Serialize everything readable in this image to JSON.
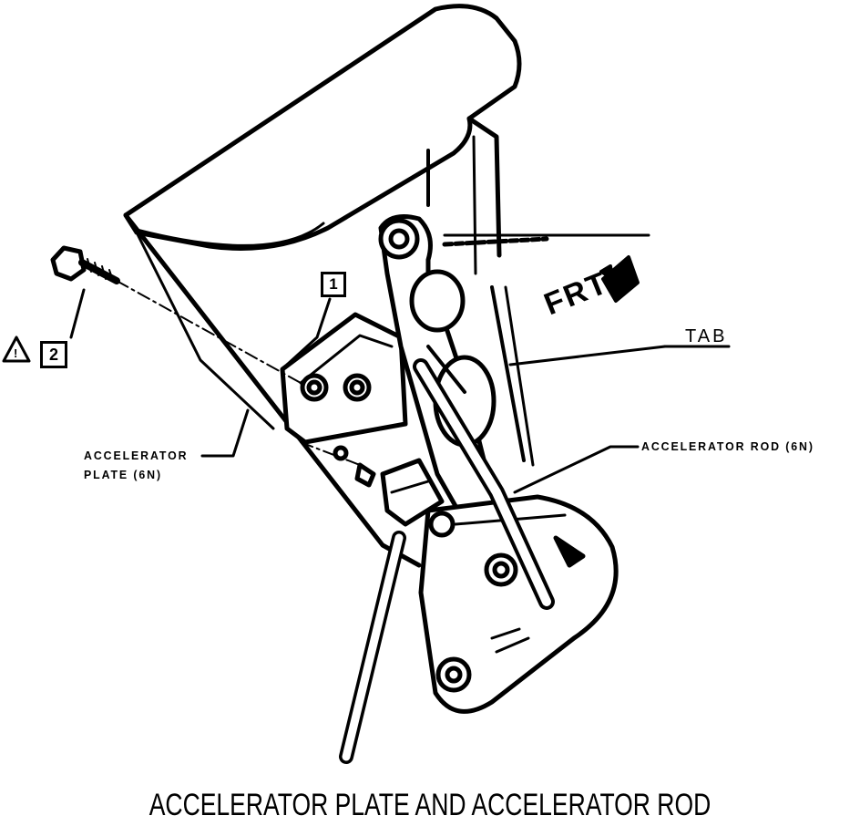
{
  "callouts": {
    "ref_1": "1",
    "ref_2": "2",
    "caution_symbol": "!"
  },
  "labels": {
    "frt": "FRT",
    "tab": "TAB",
    "accel_rod": "ACCELERATOR ROD (6N)",
    "accel_plate_line1": "ACCELERATOR",
    "accel_plate_line2": "PLATE (6N)"
  },
  "caption": "ACCELERATOR PLATE AND ACCELERATOR ROD"
}
